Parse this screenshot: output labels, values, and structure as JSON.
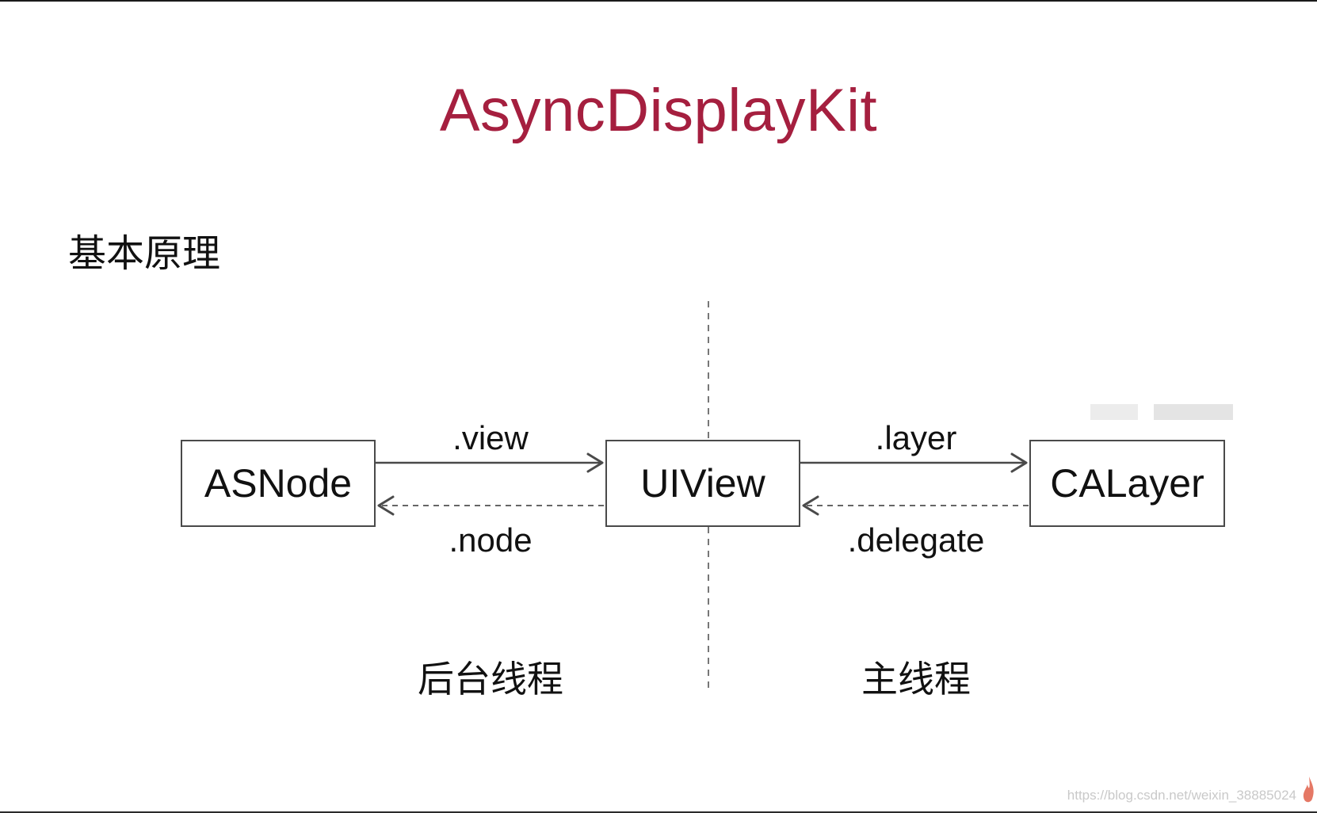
{
  "title": "AsyncDisplayKit",
  "section_heading": "基本原理",
  "nodes": {
    "asnode": "ASNode",
    "uiview": "UIView",
    "calayer": "CALayer"
  },
  "edges": {
    "view": ".view",
    "node": ".node",
    "layer": ".layer",
    "delegate": ".delegate"
  },
  "threads": {
    "background": "后台线程",
    "main": "主线程"
  },
  "watermark": "https://blog.csdn.net/weixin_38885024",
  "colors": {
    "title": "#a51f3f",
    "text": "#111111",
    "line": "#4a4a4a",
    "divider": "#777777"
  }
}
